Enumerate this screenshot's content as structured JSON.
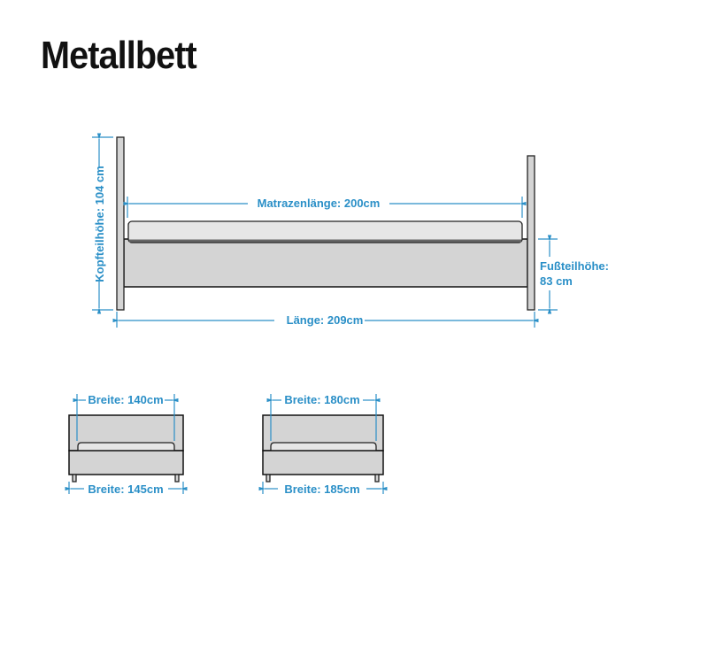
{
  "title": "Metallbett",
  "side_view": {
    "mattress_length": "Matrazenlänge: 200cm",
    "length": "Länge: 209cm",
    "headboard_height": "Kopfteilhöhe: 104 cm",
    "footboard_height_line1": "Fußteilhöhe:",
    "footboard_height_line2": "83 cm"
  },
  "front_views": [
    {
      "inner_width": "Breite: 140cm",
      "outer_width": "Breite: 145cm"
    },
    {
      "inner_width": "Breite: 180cm",
      "outer_width": "Breite: 185cm"
    }
  ],
  "colors": {
    "dimension": "#2a8fc7"
  }
}
